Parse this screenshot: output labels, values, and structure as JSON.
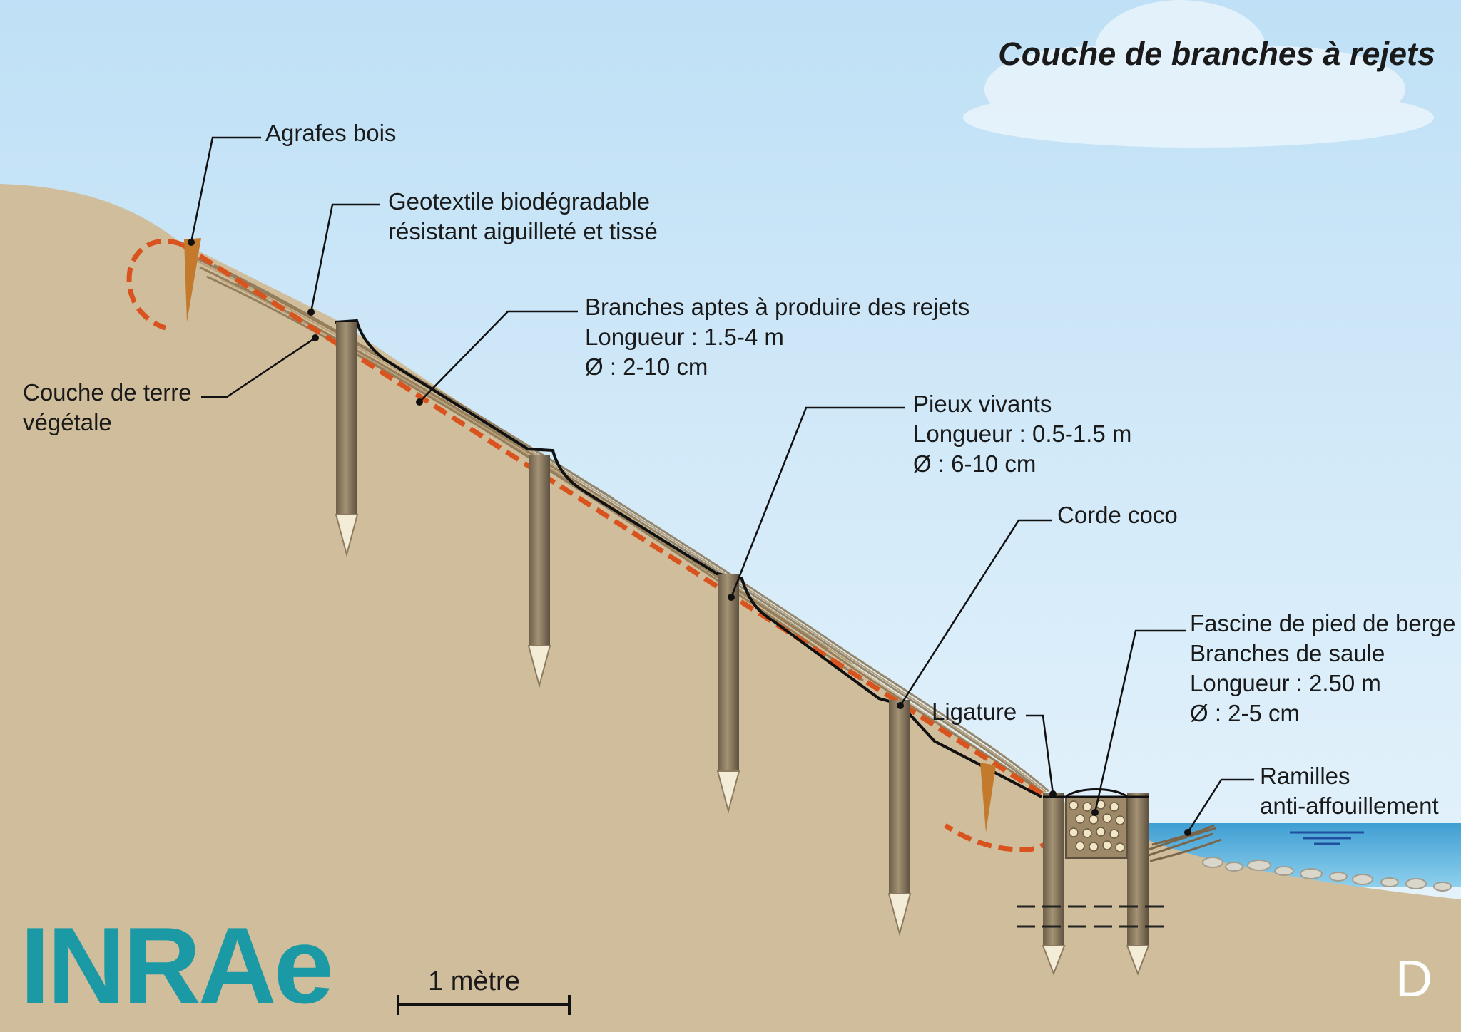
{
  "title": "Couche de branches à rejets",
  "panel_letter": "D",
  "logo": {
    "text": "INRAe",
    "color": "#1b9aa5"
  },
  "scale_bar": {
    "label": "1 mètre"
  },
  "colors": {
    "sky_top": "#bfe0f6",
    "sky_bottom": "#e6f3fb",
    "soil": "#cfbd9b",
    "geotextile": "#d9531e",
    "stake": "#8d7b60",
    "water": "#4ba8d6"
  },
  "labels": {
    "agrafes": {
      "lines": [
        "Agrafes bois"
      ]
    },
    "geotextile": {
      "lines": [
        "Geotextile biodégradable",
        "résistant aiguilleté et tissé"
      ]
    },
    "branches": {
      "lines": [
        "Branches aptes à produire des rejets",
        "Longueur : 1.5-4 m",
        "Ø : 2-10 cm"
      ]
    },
    "terre": {
      "lines": [
        "Couche de terre",
        "végétale"
      ]
    },
    "pieux": {
      "lines": [
        "Pieux vivants",
        "Longueur : 0.5-1.5 m",
        "Ø : 6-10 cm"
      ]
    },
    "corde": {
      "lines": [
        "Corde coco"
      ]
    },
    "ligature": {
      "lines": [
        "Ligature"
      ]
    },
    "fascine": {
      "lines": [
        "Fascine de pied de berge",
        "Branches de saule",
        "Longueur : 2.50 m",
        "Ø : 2-5 cm"
      ]
    },
    "ramilles": {
      "lines": [
        "Ramilles",
        "anti-affouillement"
      ]
    }
  }
}
